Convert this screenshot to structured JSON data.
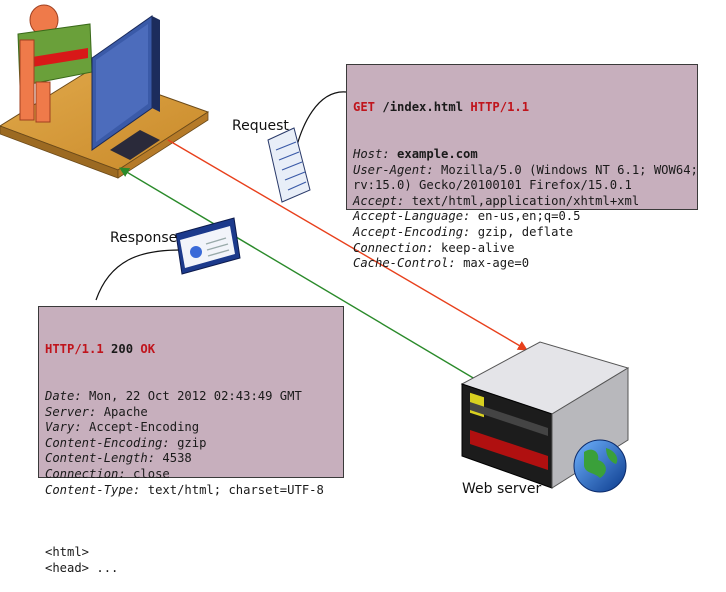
{
  "labels": {
    "request": "Request",
    "response": "Response",
    "web_server": "Web server"
  },
  "request": {
    "method": "GET",
    "path": " /index.html ",
    "protocol": "HTTP/1.1",
    "headers": [
      {
        "name": "Host:",
        "value": " example.com",
        "bold_value": true
      },
      {
        "name": "User-Agent:",
        "value": " Mozilla/5.0 (Windows NT 6.1; WOW64;"
      },
      {
        "name": "",
        "value": "rv:15.0) Gecko/20100101 Firefox/15.0.1"
      },
      {
        "name": "Accept:",
        "value": " text/html,application/xhtml+xml"
      },
      {
        "name": "Accept-Language:",
        "value": " en-us,en;q=0.5"
      },
      {
        "name": "Accept-Encoding:",
        "value": " gzip, deflate"
      },
      {
        "name": "Connection:",
        "value": " keep-alive"
      },
      {
        "name": "Cache-Control:",
        "value": " max-age=0"
      }
    ]
  },
  "response": {
    "protocol": "HTTP/1.1",
    "code": " 200 ",
    "status": "OK",
    "headers": [
      {
        "name": "Date:",
        "value": " Mon, 22 Oct 2012 02:43:49 GMT"
      },
      {
        "name": "Server:",
        "value": " Apache"
      },
      {
        "name": "Vary:",
        "value": " Accept-Encoding"
      },
      {
        "name": "Content-Encoding:",
        "value": " gzip"
      },
      {
        "name": "Content-Length:",
        "value": " 4538"
      },
      {
        "name": "Connection:",
        "value": " close"
      },
      {
        "name": "Content-Type:",
        "value": " text/html; charset=UTF-8"
      }
    ],
    "body_lines": [
      "",
      "<html>",
      "<head> ..."
    ]
  },
  "colors": {
    "request_arrow": "#e8401c",
    "response_arrow": "#2a8a2a",
    "box_fill": "#c7afbd",
    "accent_red": "#c0141c"
  }
}
